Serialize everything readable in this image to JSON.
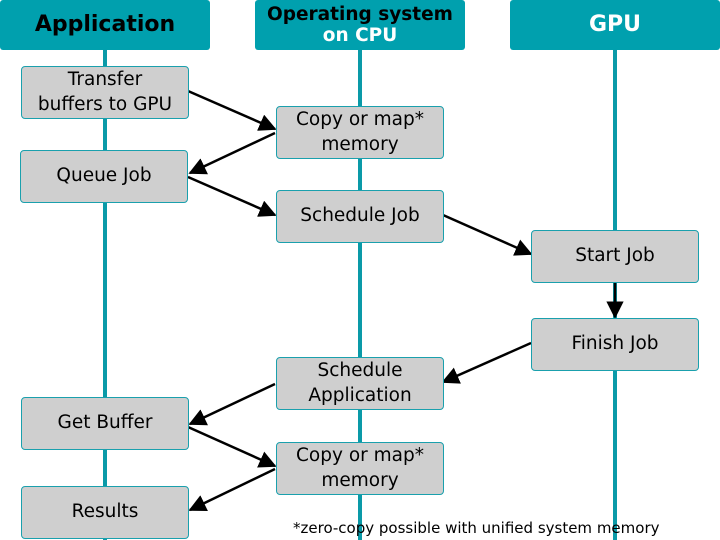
{
  "columns": {
    "application": {
      "line1": "Application",
      "line2": ""
    },
    "os": {
      "line1": "Operating system",
      "line2": "on CPU"
    },
    "gpu": {
      "line1": "GPU",
      "line2": ""
    }
  },
  "colors": {
    "header_bg": "#00a0ae",
    "lane_line": "#0a9aa8",
    "box_fill": "#cfcfcf",
    "box_border": "#1aa0ad",
    "arrow": "#000000",
    "application_header_text": "#000000",
    "os_header_text": "#000000",
    "os_header_subtext": "#ffffff",
    "gpu_header_text": "#ffffff"
  },
  "steps": {
    "transfer": "Transfer\nbuffers to GPU",
    "copy1": "Copy or map*\nmemory",
    "queue": "Queue Job",
    "schedule_job": "Schedule Job",
    "start": "Start Job",
    "finish": "Finish Job",
    "schedule_app": "Schedule\nApplication",
    "get_buffer": "Get Buffer",
    "copy2": "Copy or map*\nmemory",
    "results": "Results"
  },
  "footnote": "*zero-copy possible with unified system memory"
}
